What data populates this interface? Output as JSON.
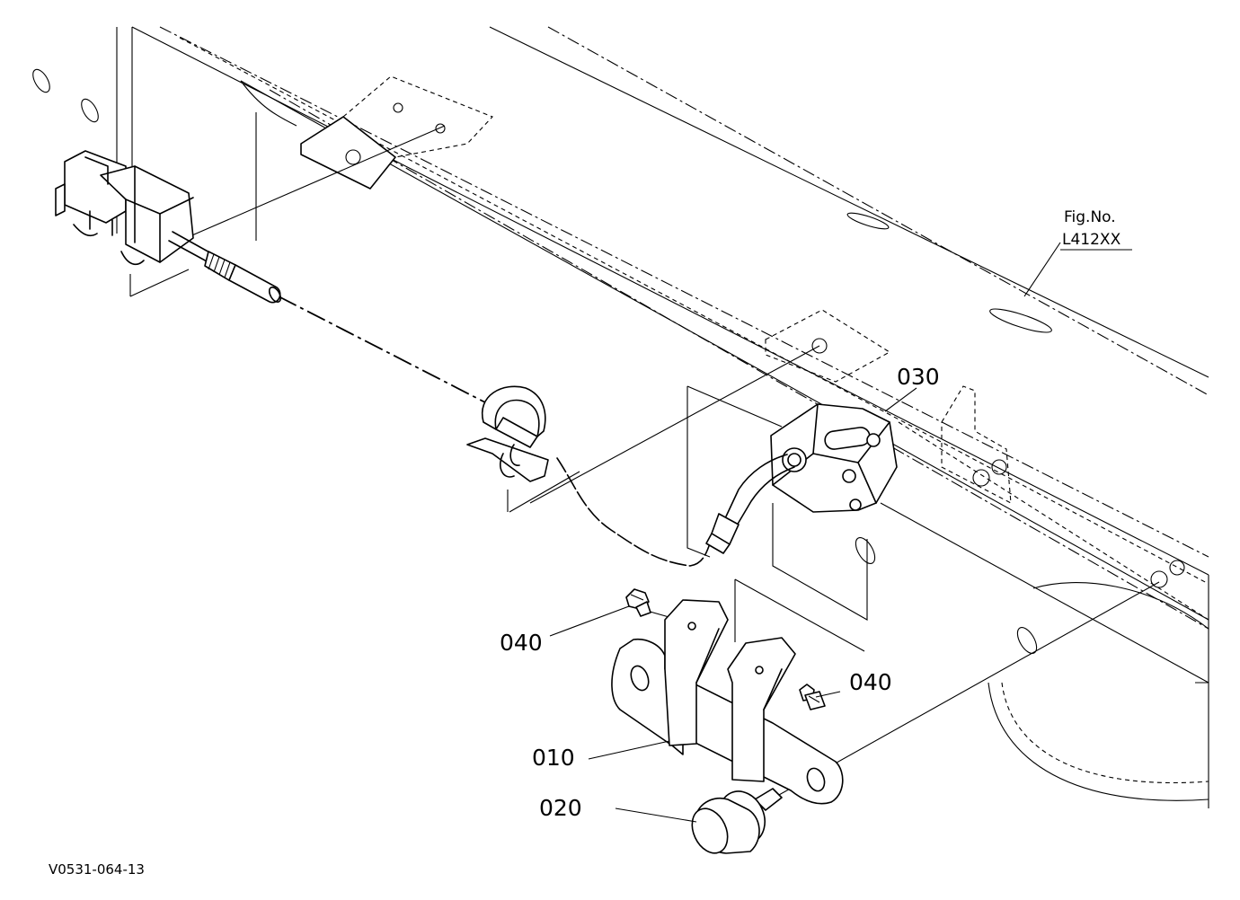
{
  "figure": {
    "fig_label": "Fig.No.",
    "fig_number": "L412XX",
    "drawing_code": "V0531-064-13"
  },
  "callouts": [
    {
      "id": "bracket",
      "label": "010"
    },
    {
      "id": "bolt",
      "label": "020"
    },
    {
      "id": "sensor",
      "label": "030"
    },
    {
      "id": "screw_left",
      "label": "040"
    },
    {
      "id": "screw_right",
      "label": "040"
    }
  ]
}
